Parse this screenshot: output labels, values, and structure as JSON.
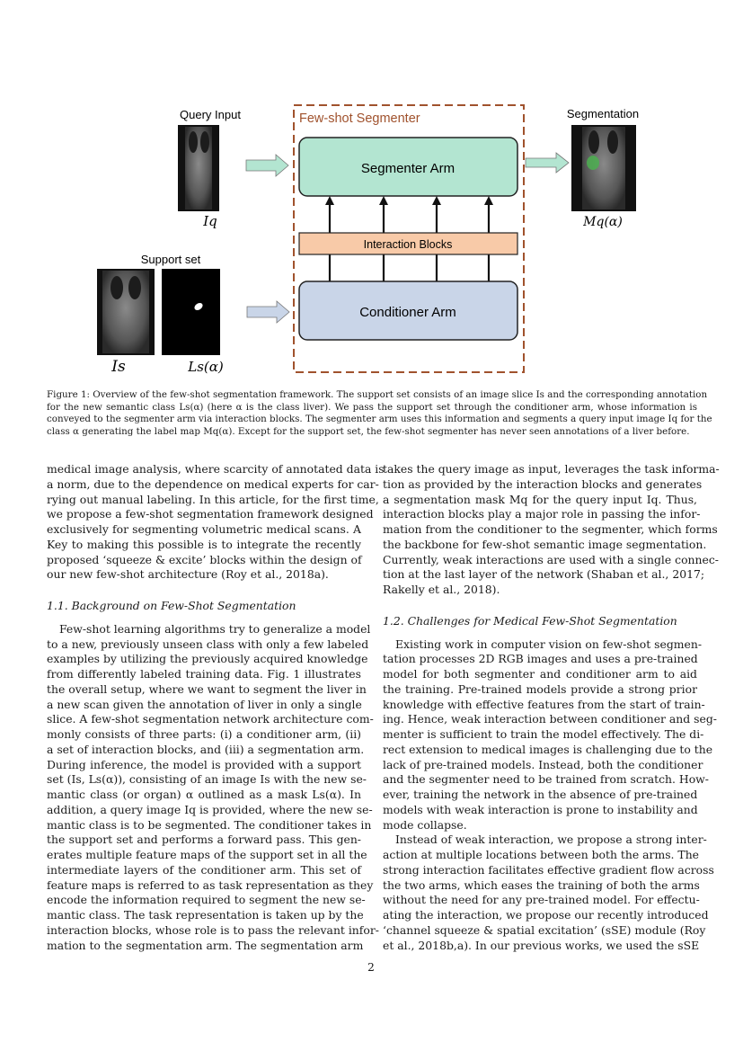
{
  "figure": {
    "query_label": "Query Input",
    "query_symbol": "Iq",
    "segmenter_title": "Few-shot Segmenter",
    "segmenter_arm": "Segmenter Arm",
    "interaction_blocks": "Interaction Blocks",
    "conditioner_arm": "Conditioner Arm",
    "output_label": "Segmentation",
    "output_symbol": "Mq(α)",
    "support_label": "Support set",
    "support_image_symbol": "Is",
    "support_mask_symbol": "Ls(α)",
    "colors": {
      "segmenter": "#b3e5d1",
      "interaction": "#f8caa8",
      "conditioner": "#c9d5e8",
      "dashed_border": "#a0522d"
    }
  },
  "caption": [
    "Figure 1: Overview of the few-shot segmentation framework. The support set consists of an image slice Is and the corresponding annotation",
    "for the new semantic class Ls(α) (here α is the class liver). We pass the support set through the conditioner arm, whose information is",
    "conveyed to the segmenter arm via interaction blocks. The segmenter arm uses this information and segments a query input image Iq for the",
    "class α generating the label map Mq(α). Except for the support set, the few-shot segmenter has never seen annotations of a liver before."
  ],
  "left_column": {
    "p1": [
      "medical image analysis, where scarcity of annotated data is",
      "a norm, due to the dependence on medical experts for car-",
      "rying out manual labeling. In this article, for the first time,",
      "we propose a few-shot segmentation framework designed",
      "exclusively for segmenting volumetric medical scans. A",
      "Key to making this possible is to integrate the recently",
      "proposed ‘squeeze & excite’ blocks within the design of",
      "our new few-shot architecture (Roy et al., 2018a)."
    ],
    "heading": "1.1. Background on Few-Shot Segmentation",
    "p2": [
      "Few-shot learning algorithms try to generalize a model",
      "to a new, previously unseen class with only a few labeled",
      "examples by utilizing the previously acquired knowledge",
      "from differently labeled training data. Fig. 1 illustrates",
      "the overall setup, where we want to segment the liver in",
      "a new scan given the annotation of liver in only a single",
      "slice. A few-shot segmentation network architecture com-",
      "monly consists of three parts: (i) a conditioner arm, (ii)",
      "a set of interaction blocks, and (iii) a segmentation arm.",
      "During inference, the model is provided with a support",
      "set (Is, Ls(α)), consisting of an image Is with the new se-",
      "mantic class (or organ) α outlined as a mask Ls(α). In",
      "addition, a query image Iq is provided, where the new se-",
      "mantic class is to be segmented. The conditioner takes in",
      "the support set and performs a forward pass. This gen-",
      "erates multiple feature maps of the support set in all the",
      "intermediate layers of the conditioner arm. This set of",
      "feature maps is referred to as task representation as they",
      "encode the information required to segment the new se-",
      "mantic class. The task representation is taken up by the",
      "interaction blocks, whose role is to pass the relevant infor-",
      "mation to the segmentation arm. The segmentation arm"
    ]
  },
  "right_column": {
    "p1": [
      "takes the query image as input, leverages the task informa-",
      "tion as provided by the interaction blocks and generates",
      "a segmentation mask Mq for the query input Iq. Thus,",
      "interaction blocks play a major role in passing the infor-",
      "mation from the conditioner to the segmenter, which forms",
      "the backbone for few-shot semantic image segmentation.",
      "Currently, weak interactions are used with a single connec-",
      "tion at the last layer of the network (Shaban et al., 2017;",
      "Rakelly et al., 2018)."
    ],
    "heading": "1.2. Challenges for Medical Few-Shot Segmentation",
    "p2": [
      "Existing work in computer vision on few-shot segmen-",
      "tation processes 2D RGB images and uses a pre-trained",
      "model for both segmenter and conditioner arm to aid",
      "the training. Pre-trained models provide a strong prior",
      "knowledge with effective features from the start of train-",
      "ing. Hence, weak interaction between conditioner and seg-",
      "menter is sufficient to train the model effectively. The di-",
      "rect extension to medical images is challenging due to the",
      "lack of pre-trained models. Instead, both the conditioner",
      "and the segmenter need to be trained from scratch. How-",
      "ever, training the network in the absence of pre-trained",
      "models with weak interaction is prone to instability and",
      "mode collapse."
    ],
    "p3": [
      "Instead of weak interaction, we propose a strong inter-",
      "action at multiple locations between both the arms. The",
      "strong interaction facilitates effective gradient flow across",
      "the two arms, which eases the training of both the arms",
      "without the need for any pre-trained model. For effectu-",
      "ating the interaction, we propose our recently introduced",
      "‘channel squeeze & spatial excitation’ (sSE) module (Roy",
      "et al., 2018b,a). In our previous works, we used the sSE"
    ]
  },
  "page_number": "2"
}
